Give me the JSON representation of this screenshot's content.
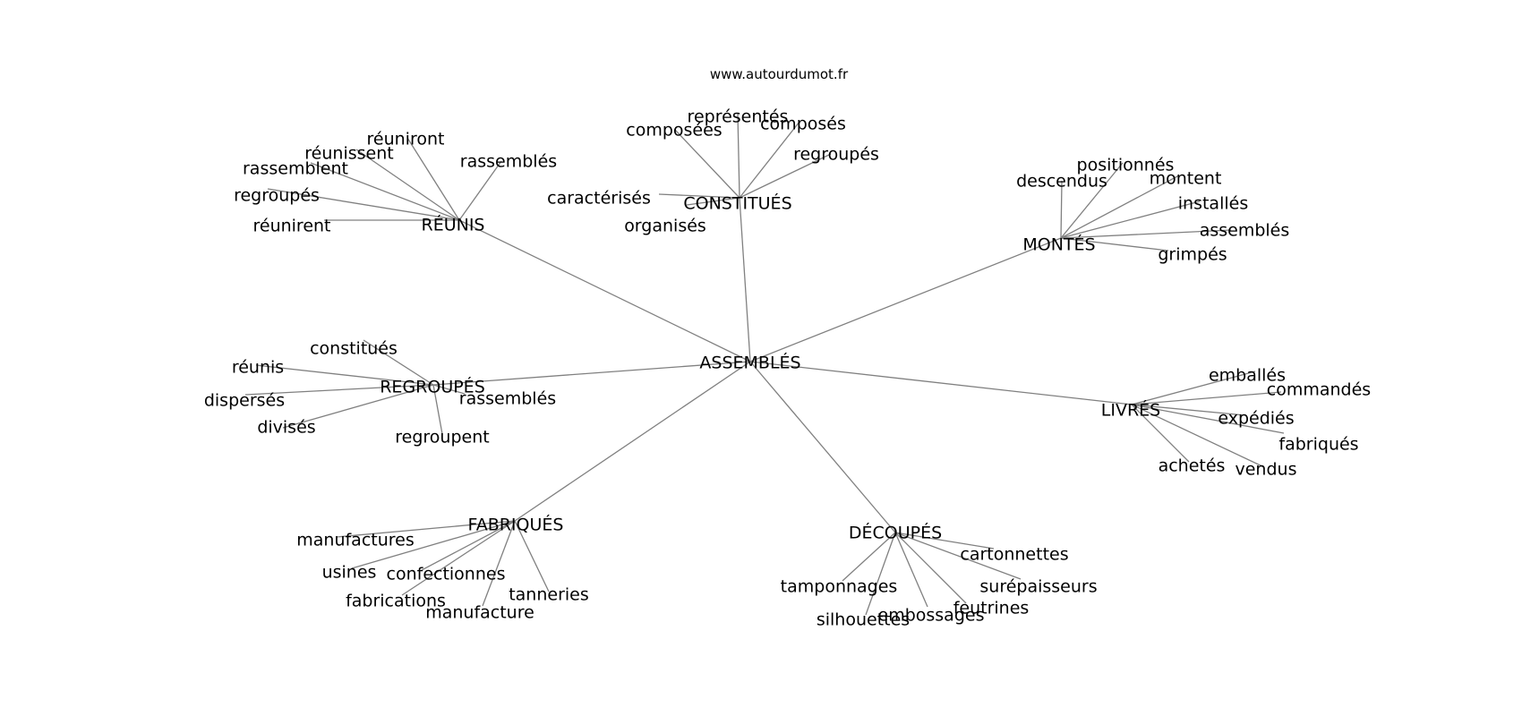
{
  "source": "www.autourdumot.fr",
  "graph": {
    "center": "ASSEMBLÉS",
    "hubs": [
      {
        "label": "RÉUNIS",
        "leaves": [
          "réuniront",
          "réunissent",
          "rassemblent",
          "rassemblés",
          "regroupés",
          "réunirent"
        ]
      },
      {
        "label": "CONSTITUÉS",
        "leaves": [
          "représentés",
          "composées",
          "composés",
          "regroupés",
          "caractérisés",
          "organisés"
        ]
      },
      {
        "label": "MONTÉS",
        "leaves": [
          "positionnés",
          "descendus",
          "montent",
          "installés",
          "assemblés",
          "grimpés"
        ]
      },
      {
        "label": "REGROUPÉS",
        "leaves": [
          "constitués",
          "réunis",
          "dispersés",
          "divisés",
          "rassemblés",
          "regroupent"
        ]
      },
      {
        "label": "LIVRÉS",
        "leaves": [
          "emballés",
          "commandés",
          "expédiés",
          "fabriqués",
          "achetés",
          "vendus"
        ]
      },
      {
        "label": "FABRIQUÉS",
        "leaves": [
          "manufactures",
          "usines",
          "confectionnes",
          "fabrications",
          "manufacture",
          "tanneries"
        ]
      },
      {
        "label": "DÉCOUPÉS",
        "leaves": [
          "cartonnettes",
          "tamponnages",
          "surépaisseurs",
          "feutrines",
          "embossages",
          "silhouettes"
        ]
      }
    ]
  }
}
